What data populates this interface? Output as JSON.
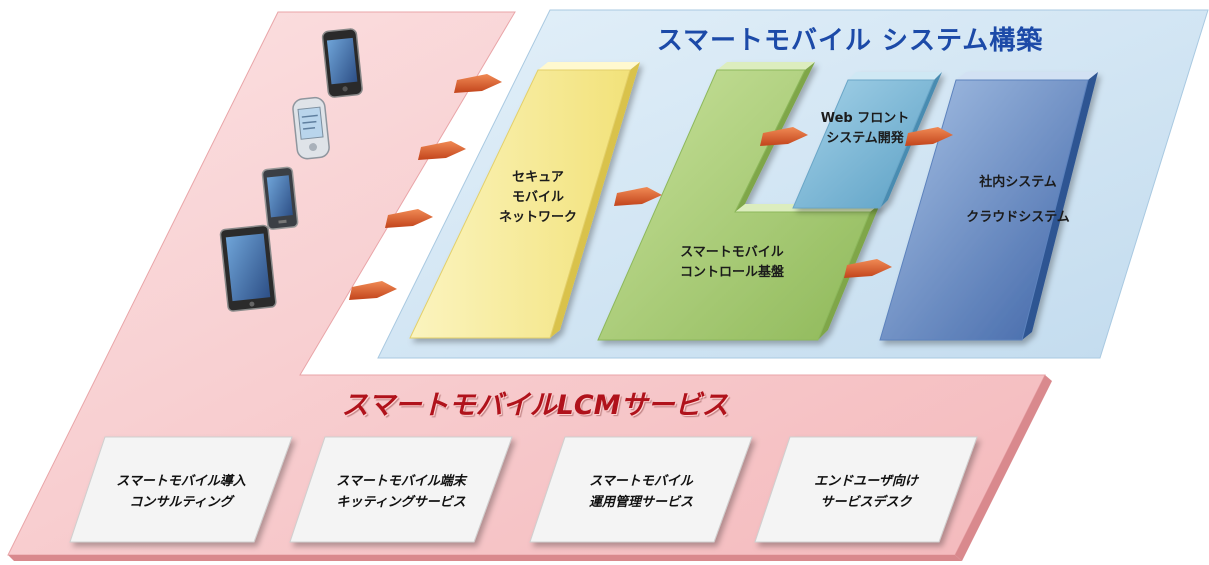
{
  "title": "スマートモバイル システム構築",
  "blocks": {
    "network": [
      "セキュア",
      "モバイル",
      "ネットワーク"
    ],
    "control": [
      "スマートモバイル",
      "コントロール基盤"
    ],
    "web": [
      "Web フロント",
      "システム開発"
    ],
    "internal": [
      "社内システム",
      "クラウドシステム"
    ]
  },
  "lcm_title": "スマートモバイルLCMサービス",
  "services": [
    {
      "line1": "スマートモバイル導入",
      "line2": "コンサルティング"
    },
    {
      "line1": "スマートモバイル端末",
      "line2": "キッティングサービス"
    },
    {
      "line1": "スマートモバイル",
      "line2": "運用管理サービス"
    },
    {
      "line1": "エンドユーザ向け",
      "line2": "サービスデスク"
    }
  ],
  "devices": [
    "smartphone-icon",
    "pda-icon",
    "smartphone-icon",
    "tablet-icon"
  ],
  "colors": {
    "pink_panel": "#f6c6c8",
    "blue_panel": "#cde2f2",
    "yellow_block": "#f7ec9a",
    "green_block": "#a9cc74",
    "teal_block": "#6fb0d0",
    "navy_block": "#4f76b5",
    "arrow": "#d9572a",
    "title_blue": "#1c4aa8",
    "lcm_red": "#b0121b"
  }
}
